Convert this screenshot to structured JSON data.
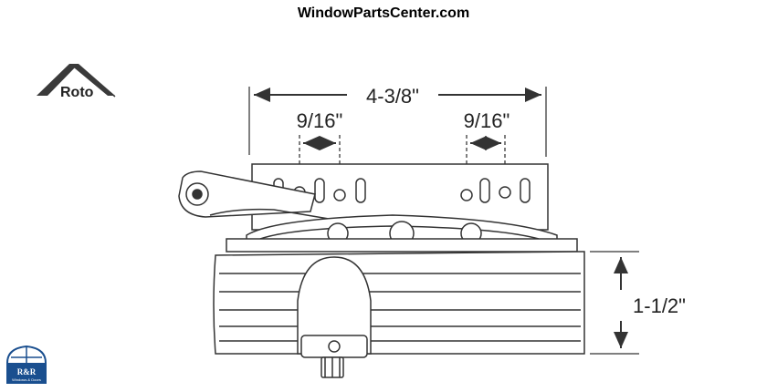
{
  "site": {
    "title": "WindowParts​Center.com"
  },
  "logo": {
    "brand": "Roto"
  },
  "dimensions": {
    "overall_width": "4-3/8\"",
    "hole_spacing_left": "9/16\"",
    "hole_spacing_right": "9/16\"",
    "height": "1-1/2\""
  },
  "badge": {
    "initials": "R&R",
    "caption": "Windows & Doors",
    "color": "#1a4f8f"
  }
}
